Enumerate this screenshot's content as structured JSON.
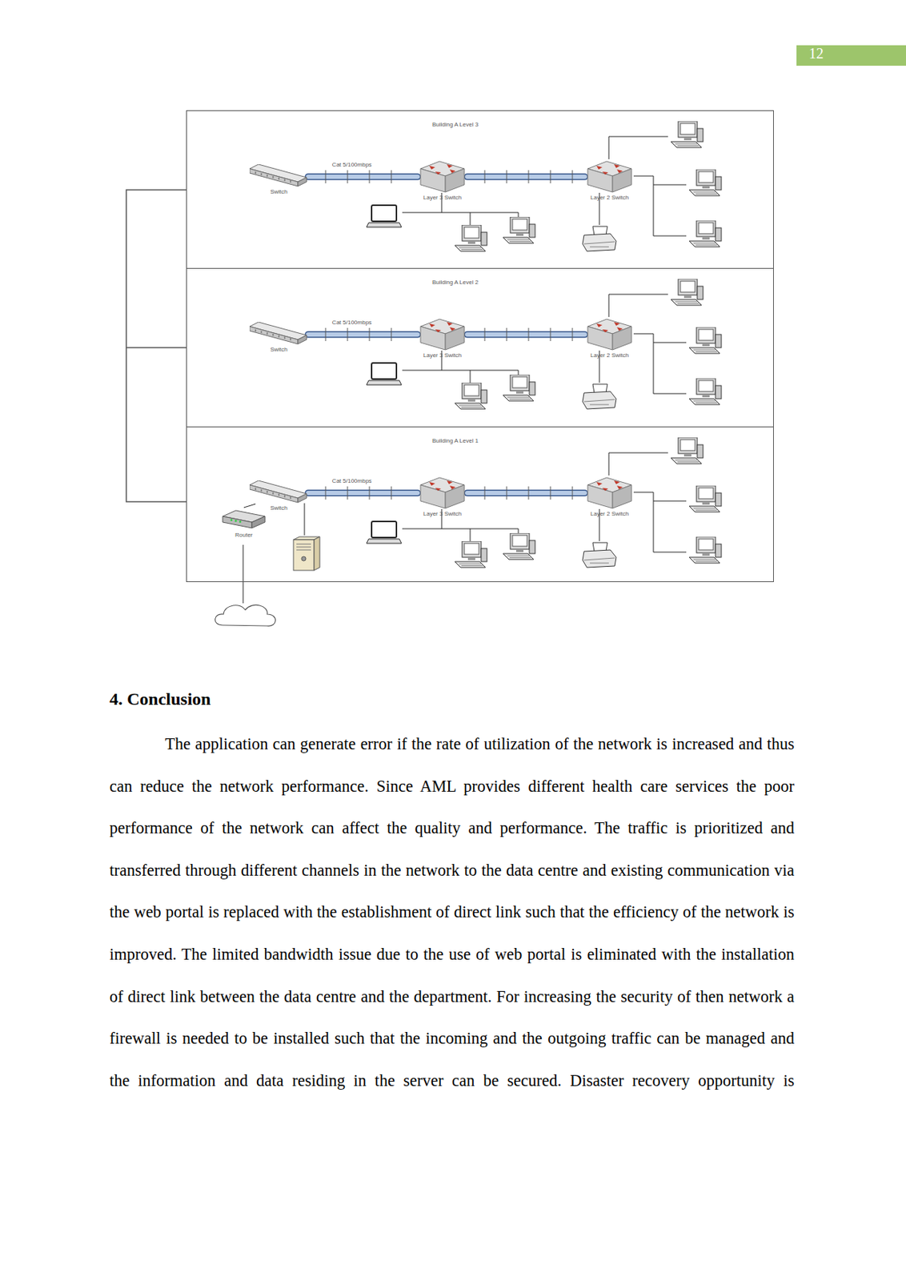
{
  "diagram": {
    "nodes": [
      {
        "text": [
          "Building A Level 3"
        ]
      },
      {
        "text": [
          "Switch"
        ],
        "in": 0
      },
      {
        "text": [
          "Layer 3 Switch"
        ],
        "in": 0
      },
      {
        "text": [
          "Layer 2 Switch"
        ],
        "in": 0
      },
      {
        "text": [
          "Building A Level 2"
        ]
      },
      {
        "text": [
          "Switch"
        ],
        "in": 4
      },
      {
        "text": [
          "Layer 3 Switch"
        ],
        "in": 4
      },
      {
        "text": [
          "Layer 2 Switch"
        ],
        "in": 4
      },
      {
        "text": [
          "Building A Level 1"
        ]
      },
      {
        "text": [
          "Switch"
        ],
        "in": 8
      },
      {
        "text": [
          "Router"
        ],
        "in": 8
      },
      {
        "text": [
          "Layer 3 Switch"
        ],
        "in": 8
      },
      {
        "text": [
          "Layer 2 Switch"
        ],
        "in": 8
      }
    ],
    "edges": [
      {
        "from": 1,
        "to": 2,
        "label": "Cat 5/100mbps",
        "arrow": "none"
      },
      {
        "from": 2,
        "to": 3,
        "arrow": "none"
      },
      {
        "from": 5,
        "to": 6,
        "label": "Cat 5/100mbps",
        "arrow": "none"
      },
      {
        "from": 6,
        "to": 7,
        "arrow": "none"
      },
      {
        "from": 9,
        "to": 11,
        "label": "Cat 5/100mbps",
        "arrow": "none"
      },
      {
        "from": 11,
        "to": 12,
        "arrow": "none"
      },
      {
        "from": 9,
        "to": 10,
        "arrow": "none"
      }
    ],
    "labels": [
      "12",
      "4. Conclusion",
      "The application can generate error if the rate of utilization of the network is increased and thus can reduce the network performance. Since AML provides different health care services the poor performance of the network can affect the quality and performance. The traffic is prioritized and transferred through different channels in the network to the data centre and existing communication via the web portal is replaced with the establishment of direct link such that the efficiency of the network is improved. The limited bandwidth issue due to the use of web portal is eliminated with the installation of direct link between the data centre and the department. For increasing the security of then network a firewall is needed to be installed such that the incoming and the outgoing traffic can be managed and the information and data residing in the server can be secured. Disaster recovery opportunity is"
    ]
  }
}
